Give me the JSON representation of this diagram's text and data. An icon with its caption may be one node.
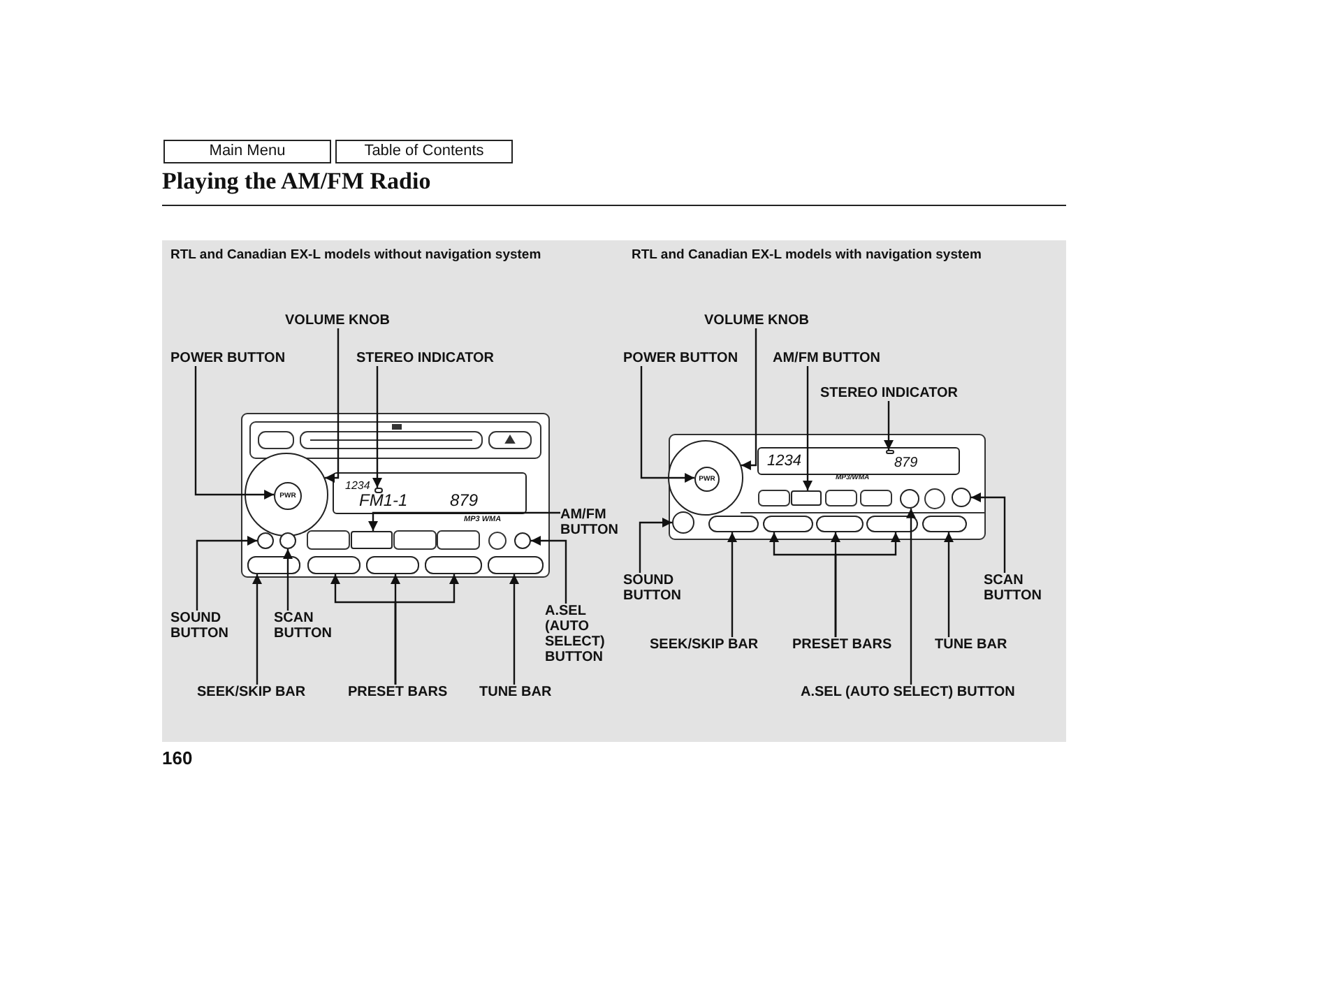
{
  "diagram": {
    "title": "Playing the AM/FM Radio",
    "nodes": [
      {
        "text": [
          "Main Menu"
        ]
      },
      {
        "text": [
          "Table of Contents"
        ]
      },
      {
        "text": [
          "POWER BUTTON"
        ]
      },
      {
        "text": [
          "VOLUME KNOB"
        ]
      },
      {
        "text": [
          "STEREO INDICATOR"
        ]
      },
      {
        "text": [
          "AM/FM BUTTON"
        ]
      },
      {
        "text": [
          "SOUND BUTTON"
        ]
      },
      {
        "text": [
          "SCAN BUTTON"
        ]
      },
      {
        "text": [
          "A.SEL (AUTO SELECT) BUTTON"
        ]
      },
      {
        "text": [
          "SEEK/SKIP BAR"
        ]
      },
      {
        "text": [
          "PRESET BARS"
        ]
      },
      {
        "text": [
          "TUNE BAR"
        ]
      },
      {
        "text": [],
        "shape": "circle"
      },
      {
        "text": [
          "PWR"
        ],
        "in": 12
      },
      {
        "text": [
          "1234",
          "FM1-1",
          "879"
        ]
      },
      {
        "text": [],
        "shape": "box",
        "in": 14
      },
      {
        "text": [],
        "shape": "box"
      },
      {
        "text": [],
        "shape": "circle"
      },
      {
        "text": [],
        "shape": "circle"
      },
      {
        "text": [],
        "shape": "circle"
      },
      {
        "text": [],
        "shape": "bar"
      },
      {
        "text": [],
        "shape": "bar"
      },
      {
        "text": [],
        "shape": "bar"
      },
      {
        "text": [],
        "shape": "bar"
      },
      {
        "text": [],
        "shape": "bar"
      },
      {
        "text": [
          "POWER BUTTON"
        ]
      },
      {
        "text": [
          "VOLUME KNOB"
        ]
      },
      {
        "text": [
          "AM/FM BUTTON"
        ]
      },
      {
        "text": [
          "STEREO INDICATOR"
        ]
      },
      {
        "text": [
          "SOUND BUTTON"
        ]
      },
      {
        "text": [
          "SCAN BUTTON"
        ]
      },
      {
        "text": [
          "SEEK/SKIP BAR"
        ]
      },
      {
        "text": [
          "PRESET BARS"
        ]
      },
      {
        "text": [
          "TUNE BAR"
        ]
      },
      {
        "text": [
          "A.SEL (AUTO SELECT) BUTTON"
        ]
      },
      {
        "text": [],
        "shape": "circle"
      },
      {
        "text": [
          "PWR"
        ],
        "in": 35
      },
      {
        "text": [
          "1234",
          "879"
        ]
      },
      {
        "text": [],
        "shape": "box",
        "in": 37
      },
      {
        "text": [],
        "shape": "box"
      },
      {
        "text": [],
        "shape": "circle"
      },
      {
        "text": [],
        "shape": "circle"
      },
      {
        "text": [],
        "shape": "circle"
      },
      {
        "text": [],
        "shape": "bar"
      },
      {
        "text": [],
        "shape": "bar"
      },
      {
        "text": [],
        "shape": "bar"
      },
      {
        "text": [],
        "shape": "bar"
      },
      {
        "text": [],
        "shape": "bar"
      }
    ],
    "edges": [
      {
        "from": 2,
        "to": 13,
        "arrow": "to"
      },
      {
        "from": 3,
        "to": 12,
        "arrow": "to"
      },
      {
        "from": 4,
        "to": 15,
        "arrow": "to"
      },
      {
        "from": 5,
        "to": 16,
        "arrow": "to"
      },
      {
        "from": 6,
        "to": 17,
        "arrow": "to"
      },
      {
        "from": 7,
        "to": 18,
        "arrow": "to"
      },
      {
        "from": 8,
        "to": 19,
        "arrow": "to"
      },
      {
        "from": 9,
        "to": 20,
        "arrow": "to"
      },
      {
        "from": 10,
        "to": 21,
        "arrow": "to"
      },
      {
        "from": 10,
        "to": 22,
        "arrow": "to"
      },
      {
        "from": 10,
        "to": 23,
        "arrow": "to"
      },
      {
        "from": 11,
        "to": 24,
        "arrow": "to"
      },
      {
        "from": 25,
        "to": 36,
        "arrow": "to"
      },
      {
        "from": 26,
        "to": 35,
        "arrow": "to"
      },
      {
        "from": 27,
        "to": 39,
        "arrow": "to"
      },
      {
        "from": 28,
        "to": 38,
        "arrow": "to"
      },
      {
        "from": 29,
        "to": 40,
        "arrow": "to"
      },
      {
        "from": 30,
        "to": 42,
        "arrow": "to"
      },
      {
        "from": 31,
        "to": 43,
        "arrow": "to"
      },
      {
        "from": 32,
        "to": 44,
        "arrow": "to"
      },
      {
        "from": 32,
        "to": 45,
        "arrow": "to"
      },
      {
        "from": 32,
        "to": 46,
        "arrow": "to"
      },
      {
        "from": 33,
        "to": 47,
        "arrow": "to"
      },
      {
        "from": 34,
        "to": 41,
        "arrow": "to"
      }
    ],
    "labels": [
      "RTL and Canadian EX-L models without navigation system",
      "RTL and Canadian EX-L models with navigation system",
      "MP3 WMA",
      "MP3/WMA",
      "160"
    ]
  }
}
